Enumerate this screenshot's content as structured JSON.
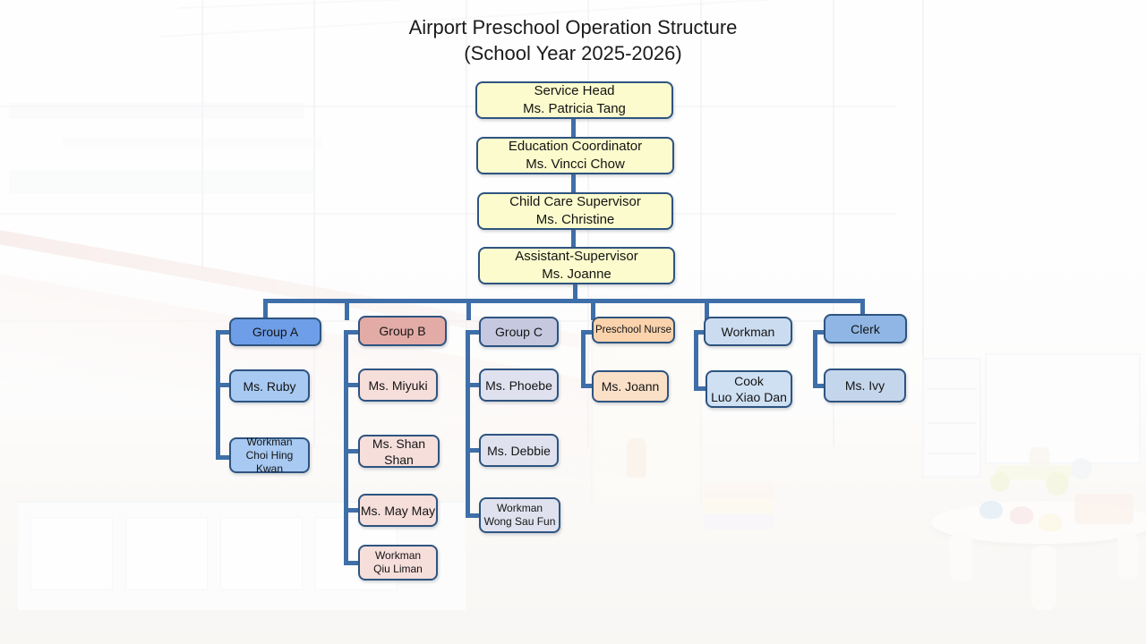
{
  "title": "Airport Preschool Operation Structure\n(School Year 2025-2026)",
  "title_line1": "Airport Preschool Operation Structure",
  "title_line2": "(School Year 2025-2026)",
  "colors": {
    "connector": "#3f6fa8",
    "border": "#2e5480",
    "exec_fill": "#fbfbcd",
    "group_a_fill": "#6f9ee8",
    "group_a_child_fill": "#a7c9f2",
    "group_b_fill": "#e3aba6",
    "group_b_child_fill": "#f6dedb",
    "group_c_fill": "#c6c8e0",
    "group_c_child_fill": "#dfe2ee",
    "nurse_fill": "#fad3ac",
    "nurse_child_fill": "#fbe0c8",
    "workman_fill": "#ccdcf0",
    "workman_child_fill": "#cfe0f3",
    "clerk_fill": "#8fb6e4",
    "clerk_child_fill": "#c4d6ec"
  },
  "executive": [
    {
      "role": "Service Head",
      "name": "Ms. Patricia Tang"
    },
    {
      "role": "Education Coordinator",
      "name": "Ms. Vincci Chow"
    },
    {
      "role": "Child Care Supervisor",
      "name": "Ms. Christine"
    },
    {
      "role": "Assistant-Supervisor",
      "name": "Ms. Joanne"
    }
  ],
  "columns": [
    {
      "header": "Group A",
      "members": [
        {
          "role": "",
          "name": "Ms. Ruby"
        },
        {
          "role": "Workman",
          "name": "Choi Hing Kwan"
        }
      ]
    },
    {
      "header": "Group B",
      "members": [
        {
          "role": "",
          "name": "Ms. Miyuki"
        },
        {
          "role": "",
          "name": "Ms. Shan Shan"
        },
        {
          "role": "",
          "name": "Ms. May May"
        },
        {
          "role": "Workman",
          "name": "Qiu Liman"
        }
      ]
    },
    {
      "header": "Group C",
      "members": [
        {
          "role": "",
          "name": "Ms. Phoebe"
        },
        {
          "role": "",
          "name": "Ms. Debbie"
        },
        {
          "role": "Workman",
          "name": "Wong Sau Fun"
        }
      ]
    },
    {
      "header": "Preschool Nurse",
      "members": [
        {
          "role": "",
          "name": "Ms. Joann"
        }
      ]
    },
    {
      "header": "Workman",
      "members": [
        {
          "role": "Cook",
          "name": "Luo Xiao Dan"
        }
      ]
    },
    {
      "header": "Clerk",
      "members": [
        {
          "role": "",
          "name": "Ms. Ivy"
        }
      ]
    }
  ]
}
